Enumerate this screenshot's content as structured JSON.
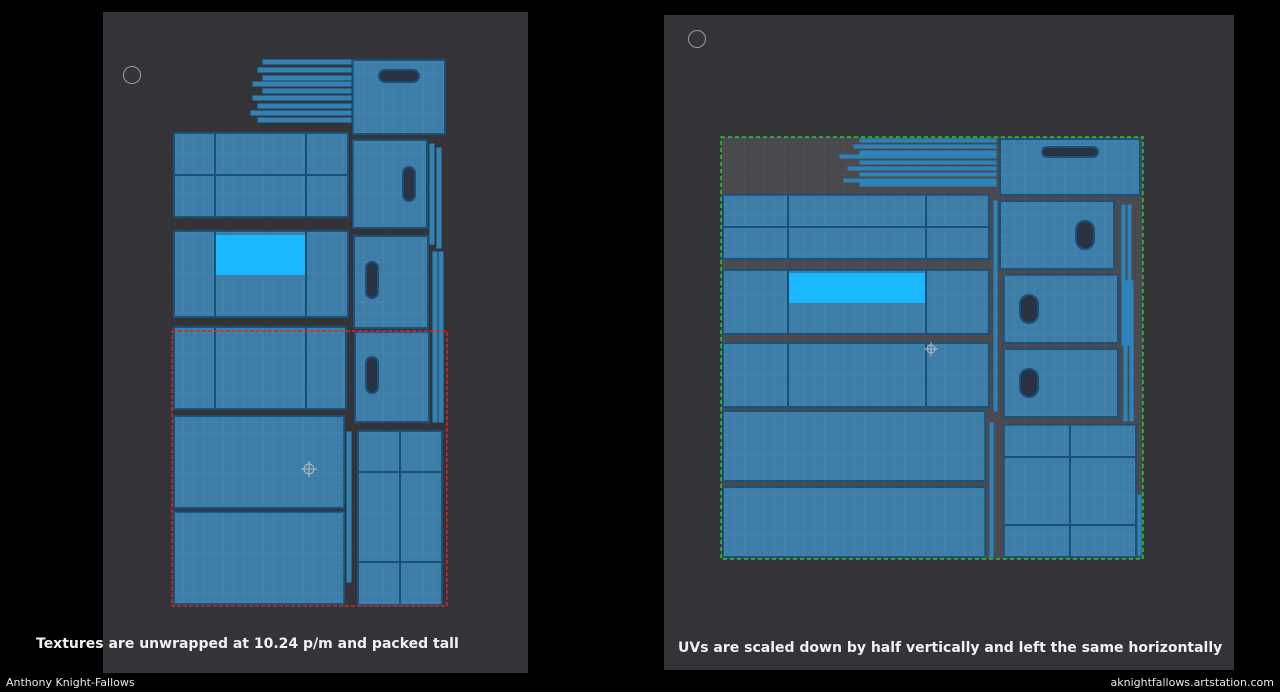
{
  "left_panel": {
    "caption": "Textures are unwrapped at 10.24 p/m and packed tall"
  },
  "right_panel": {
    "caption": "UVs are scaled down by half vertically and left the same horizontally"
  },
  "footer": {
    "author": "Anthony Knight-Fallows",
    "site": "aknightfallows.artstation.com"
  },
  "colors": {
    "background": "#000000",
    "panel": "#343438",
    "uv_island_fill": "#3d7ea8",
    "uv_island_edge": "#1a4f78",
    "uv_grid": "#5a9bc4",
    "selected_face": "#1ab8ff",
    "left_selection_box": "#e02020",
    "right_bounds_box": "#22cc22"
  },
  "icons": {
    "origin_marker": "circle-outline-icon",
    "pivot_marker": "crosshair-icon"
  }
}
